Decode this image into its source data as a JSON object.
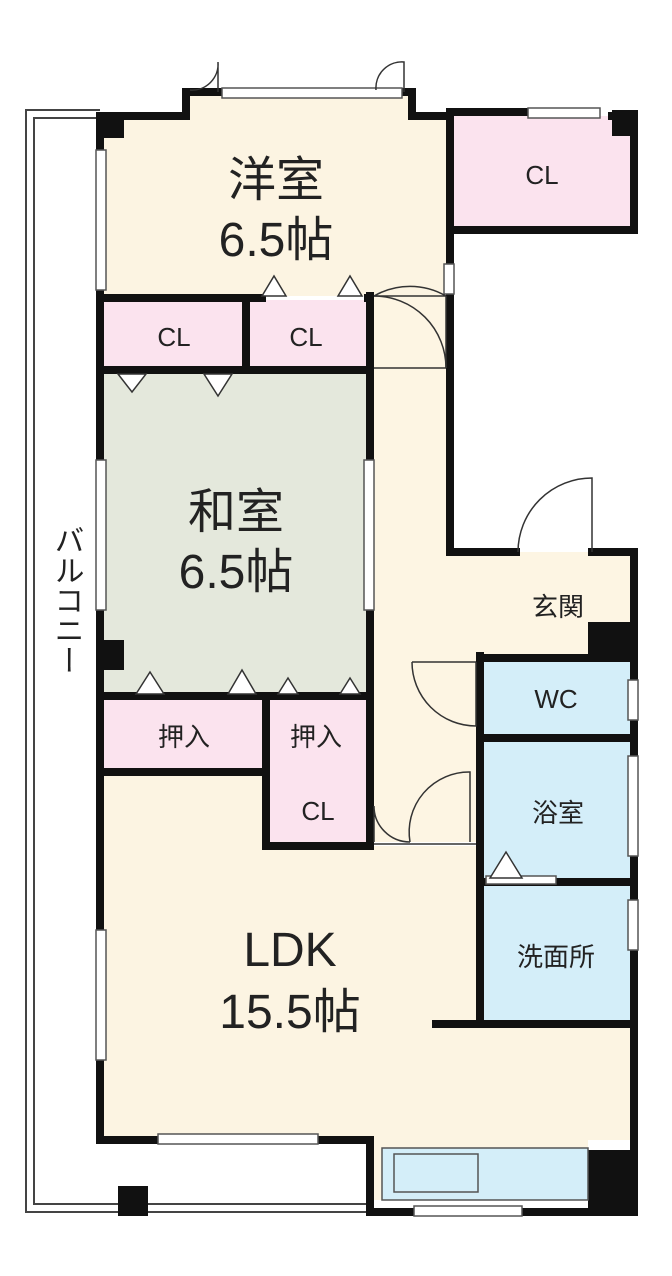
{
  "rooms": {
    "western_room": {
      "name": "洋室",
      "size": "6.5帖"
    },
    "japanese_room": {
      "name": "和室",
      "size": "6.5帖"
    },
    "ldk": {
      "name": "LDK",
      "size": "15.5帖"
    },
    "closet_label": "CL",
    "oshiire_label": "押入",
    "entrance": "玄関",
    "wc": "WC",
    "bathroom": "浴室",
    "washroom": "洗面所",
    "balcony": "バルコニー"
  },
  "colors": {
    "wall": "#111111",
    "floor_yellow": "#fcf4e2",
    "tatami_green": "#e4e8dc",
    "closet_pink": "#fbe3ee",
    "wet_blue": "#d4eef9",
    "hall_cream": "#fdf5e3"
  }
}
